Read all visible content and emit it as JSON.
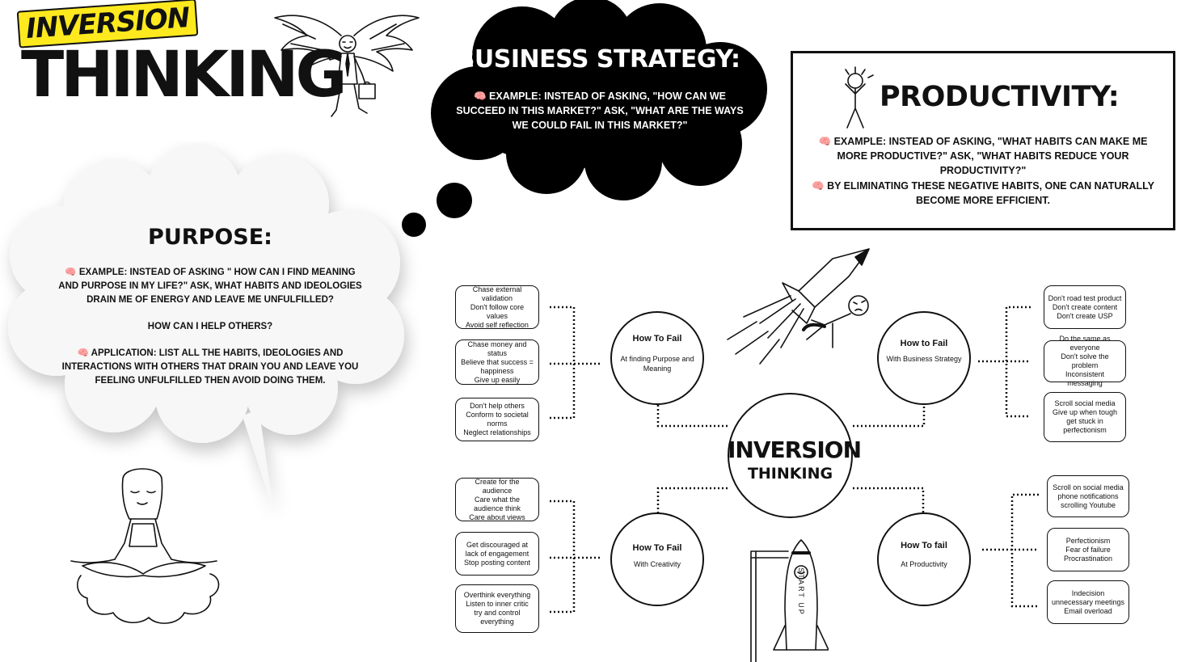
{
  "title": {
    "tag": "INVERSION",
    "main": "THINKING"
  },
  "business_strategy": {
    "title": "BUSINESS STRATEGY:",
    "example": "🧠 EXAMPLE: INSTEAD OF ASKING, \"HOW CAN WE SUCCEED IN THIS MARKET?\" ASK, \"WHAT ARE THE WAYS WE COULD FAIL IN THIS MARKET?\""
  },
  "productivity": {
    "title": "PRODUCTIVITY:",
    "example": "🧠 EXAMPLE: INSTEAD OF ASKING, \"WHAT HABITS CAN MAKE ME MORE PRODUCTIVE?\" ASK, \"WHAT HABITS REDUCE YOUR PRODUCTIVITY?\"",
    "note": "🧠 BY ELIMINATING THESE NEGATIVE HABITS, ONE CAN NATURALLY BECOME MORE EFFICIENT."
  },
  "purpose": {
    "title": "PURPOSE:",
    "example": "🧠 EXAMPLE: INSTEAD OF ASKING \" HOW CAN I FIND MEANING AND PURPOSE IN MY LIFE?\" ASK, WHAT HABITS AND IDEOLOGIES DRAIN ME OF ENERGY AND LEAVE ME UNFULFILLED?",
    "help": "HOW CAN I HELP OTHERS?",
    "application": "🧠 APPLICATION: LIST ALL THE HABITS, IDEOLOGIES AND INTERACTIONS WITH OTHERS THAT DRAIN YOU AND LEAVE YOU FEELING UNFULFILLED THEN AVOID DOING THEM."
  },
  "mindmap": {
    "center": {
      "line1": "INVERSION",
      "line2": "THINKING"
    },
    "rocket_label": "START UP",
    "nodes": [
      {
        "heading": "How To Fail",
        "sub": "At finding Purpose and Meaning",
        "boxes": [
          "Chase external validation\nDon't follow core values\nAvoid self reflection",
          "Chase money and status\nBelieve that success = happiness\nGive up easily",
          "Don't help others\nConform to societal norms\nNeglect relationships"
        ]
      },
      {
        "heading": "How to Fail",
        "sub": "With Business Strategy",
        "boxes": [
          "Don't road test product\nDon't create content\nDon't create USP",
          "Do the same as everyone\nDon't solve the problem\nInconsistent messaging",
          "Scroll social media\nGive up when tough\nget stuck in perfectionism"
        ]
      },
      {
        "heading": "How To Fail",
        "sub": "With Creativity",
        "boxes": [
          "Create for the audience\nCare what the audience think\nCare about views",
          "Get discouraged at lack of engagement\nStop posting content",
          "Overthink everything\nListen to inner critic\ntry and control everything"
        ]
      },
      {
        "heading": "How To fail",
        "sub": "At Productivity",
        "boxes": [
          "Scroll on social media\nphone notifications\nscrolling Youtube",
          "Perfectionism\nFear of failure\nProcrastination",
          "Indecision\nunnecessary meetings\nEmail overload"
        ]
      }
    ]
  },
  "colors": {
    "accent_yellow": "#fde91e",
    "ink": "#111111",
    "cloud_white": "#f7f7f7"
  }
}
